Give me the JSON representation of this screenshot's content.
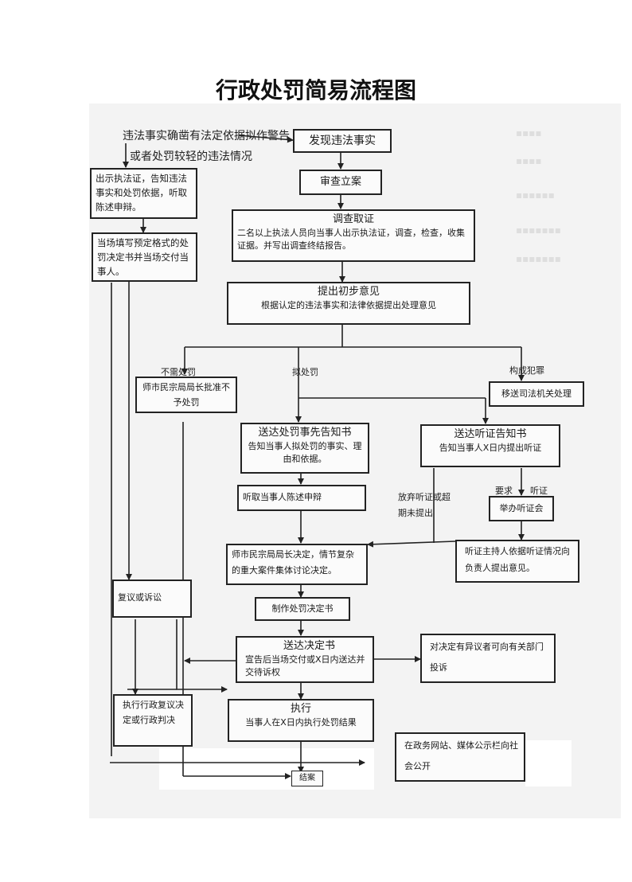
{
  "title": "行政处罚简易流程图",
  "top_labels": {
    "line1": "违法事实确凿有法定依据拟作警告",
    "line2": "或者处罚较轻的违法情况"
  },
  "boxes": {
    "discover": "发现违法事实",
    "review": "审查立案",
    "show_cert": "出示执法证，告知违法事实和处罚依据，听取陈述申辩。",
    "fill_form": "当场填写预定格式的处罚决定书并当场交付当事人。",
    "investigate_title": "调查取证",
    "investigate_body": "二名以上执法人员向当事人出示执法证，调查，检查，收集证据。并写出调查终结报告。",
    "opinion_title": "提出初步意见",
    "opinion_body": "根据认定的违法事实和法律依据提出处理意见",
    "no_penalty": "师市民宗局局长批准不予处罚",
    "transfer": "移送司法机关处理",
    "notice_title": "送达处罚事先告知书",
    "notice_body": "告知当事人拟处罚的事实、理由和依据。",
    "hearing_notice_title": "送达听证告知书",
    "hearing_notice_body": "告知当事人X日内提出听证",
    "listen": "听取当事人陈述申辩",
    "hold_hearing": "举办听证会",
    "decide": "师市民宗局局长决定，情节复杂的重大案件集体讨论决定。",
    "host_opinion": "听证主持人依据听证情况向负责人提出意见。",
    "reconsider": "复议或诉讼",
    "make_decision": "制作处罚决定书",
    "deliver_title": "送达决定书",
    "deliver_body": "宣告后当场交付或X日内送达并交待诉权",
    "appeal": "对决定有异议者可向有关部门投诉",
    "execute_review": "执行行政复议决定或行政判决",
    "execute_title": "执行",
    "execute_body": "当事人在X日内执行处罚结果",
    "publish": "在政务网站、媒体公示栏向社会公开",
    "close": "结案"
  },
  "edge_labels": {
    "no_need": "不需处罚",
    "proposed": "拟处罚",
    "crime": "构成犯罪",
    "waive": "放弃听证或超期未提出",
    "request": "要求",
    "hearing": "听证"
  },
  "colors": {
    "line": "#222222",
    "scan_bg": "#f3f3f3",
    "box_bg": "#fbfbfb"
  }
}
